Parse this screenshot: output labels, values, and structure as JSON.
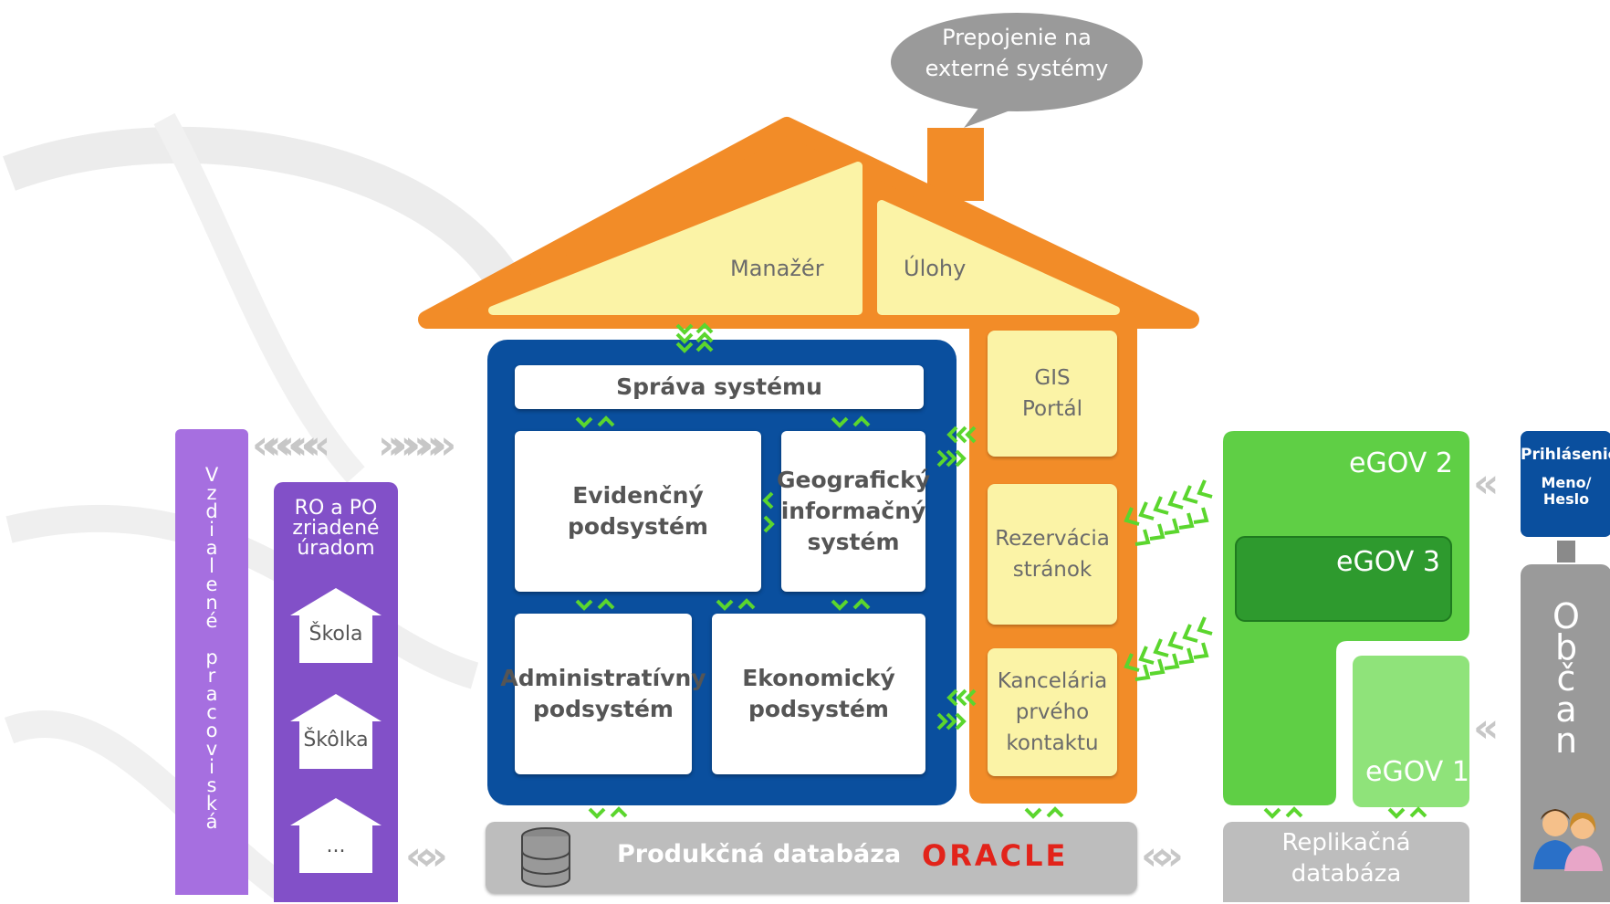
{
  "bubble": {
    "line1": "Prepojenie na",
    "line2": "externé systémy"
  },
  "roof": {
    "left_label": "Manažér",
    "right_label": "Úlohy"
  },
  "core": {
    "title": "Správa systému",
    "evidencny": {
      "l1": "Evidenčný",
      "l2": "podsystém"
    },
    "geograficky": {
      "l1": "Geografický",
      "l2": "informačný",
      "l3": "systém"
    },
    "administrativny": {
      "l1": "Administratívny",
      "l2": "podsystém"
    },
    "ekonomicky": {
      "l1": "Ekonomický",
      "l2": "podsystém"
    }
  },
  "portals": {
    "gis": {
      "l1": "GIS",
      "l2": "Portál"
    },
    "rezervacia": {
      "l1": "Rezervácia",
      "l2": "stránok"
    },
    "kancelaria": {
      "l1": "Kancelária",
      "l2": "prvého",
      "l3": "kontaktu"
    }
  },
  "remote": {
    "letters": [
      "V",
      "z",
      "d",
      "i",
      "a",
      "l",
      "e",
      "n",
      "é",
      " ",
      "p",
      "r",
      "a",
      "c",
      "o",
      "v",
      "i",
      "s",
      "k",
      "á"
    ]
  },
  "ro_po": {
    "l1": "RO a PO",
    "l2": "zriadené",
    "l3": "úradom",
    "houses": [
      "Škola",
      "Škôlka",
      "..."
    ]
  },
  "database": {
    "production": "Produkčná databáza",
    "oracle": "ORACLE",
    "replica_l1": "Replikačná",
    "replica_l2": "databáza"
  },
  "egov": {
    "egov2": "eGOV 2",
    "egov3": "eGOV 3",
    "egov1": "eGOV 1"
  },
  "citizen": {
    "login": "Prihlásenie",
    "cred_l1": "Meno/",
    "cred_l2": "Heslo",
    "letters": [
      "O",
      "b",
      "č",
      "a",
      "n"
    ]
  },
  "colors": {
    "orange": "#f28c28",
    "blue": "#0a4f9e",
    "yellow": "#fbf3a6",
    "purple": "#9b63d8",
    "green": "#5fcf45",
    "grey": "#9a9a9a",
    "oracle_red": "#e2231a"
  }
}
